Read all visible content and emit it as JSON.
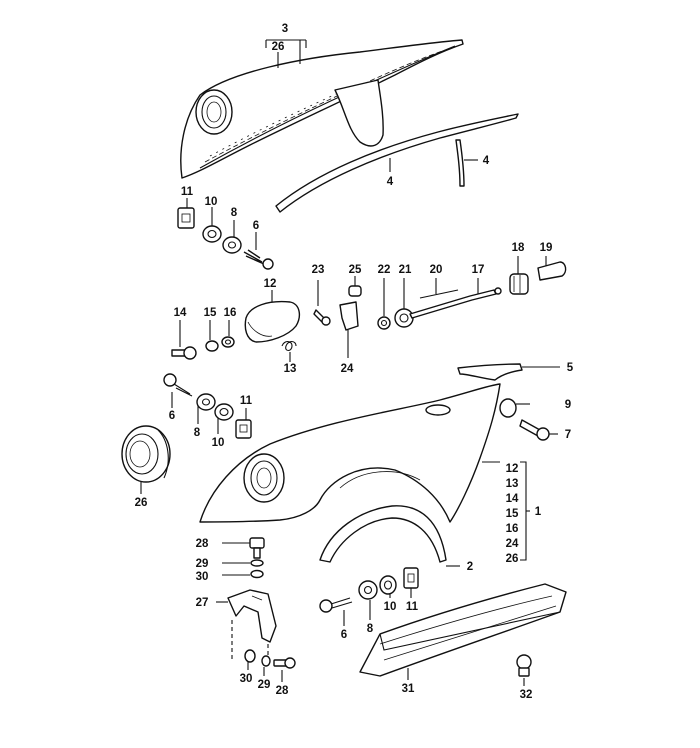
{
  "diagram": {
    "callouts": {
      "c3": "3",
      "c26_top": "26",
      "c4a": "4",
      "c4b": "4",
      "c11a": "11",
      "c10a": "10",
      "c8a": "8",
      "c6a": "6",
      "c23": "23",
      "c25": "25",
      "c22": "22",
      "c21": "21",
      "c20": "20",
      "c17": "17",
      "c18": "18",
      "c19": "19",
      "c12_part": "12",
      "c14": "14",
      "c15": "15",
      "c16": "16",
      "c13_part": "13",
      "c24_part": "24",
      "c5": "5",
      "c6b": "6",
      "c8b": "8",
      "c10b": "10",
      "c11b": "11",
      "c9": "9",
      "c7": "7",
      "c26_lamp": "26",
      "c1": "1",
      "c2": "2",
      "c28a": "28",
      "c29a": "29",
      "c30a": "30",
      "c27": "27",
      "c6c": "6",
      "c8c": "8",
      "c10c": "10",
      "c11c": "11",
      "c30b": "30",
      "c29b": "29",
      "c28b": "28",
      "c31": "31",
      "c32": "32"
    },
    "group_list": [
      "12",
      "13",
      "14",
      "15",
      "16",
      "24",
      "26"
    ]
  }
}
